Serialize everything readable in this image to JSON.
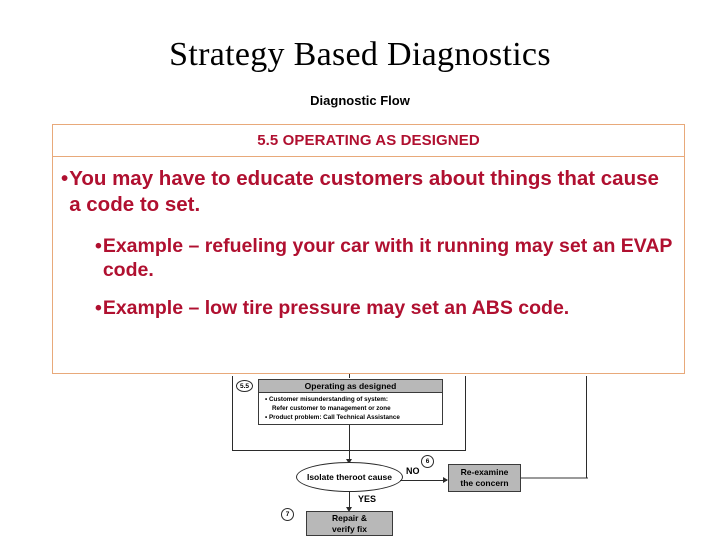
{
  "slide": {
    "title": "Strategy Based Diagnostics",
    "subtitle": "Diagnostic Flow"
  },
  "panel": {
    "header": "5.5 OPERATING AS DESIGNED",
    "accent_border_color": "#e8a97a",
    "text_color": "#b01030",
    "bullet_glyph": "•",
    "bullets": [
      {
        "level": 1,
        "text": "You may have to educate customers about things that cause a code to set."
      },
      {
        "level": 2,
        "text": "Example – refueling your car with it running may set an EVAP code."
      },
      {
        "level": 2,
        "text": "Example – low tire pressure may set an ABS code."
      }
    ]
  },
  "flowchart": {
    "step_5_5_badge": "5.5",
    "step_6_badge": "6",
    "step_7_badge": "7",
    "operating_as_designed": {
      "title": "Operating as designed",
      "details": [
        "• Customer misunderstanding of system:",
        "Refer customer to management or zone",
        "• Product problem: Call Technical Assistance"
      ]
    },
    "isolate_root_cause": {
      "line1": "Isolate the",
      "line2": "root cause"
    },
    "re_examine": {
      "line1": "Re-examine",
      "line2": "the concern"
    },
    "repair_verify": {
      "line1": "Repair &",
      "line2": "verify fix"
    },
    "branch_no_label": "NO",
    "branch_yes_label": "YES"
  }
}
